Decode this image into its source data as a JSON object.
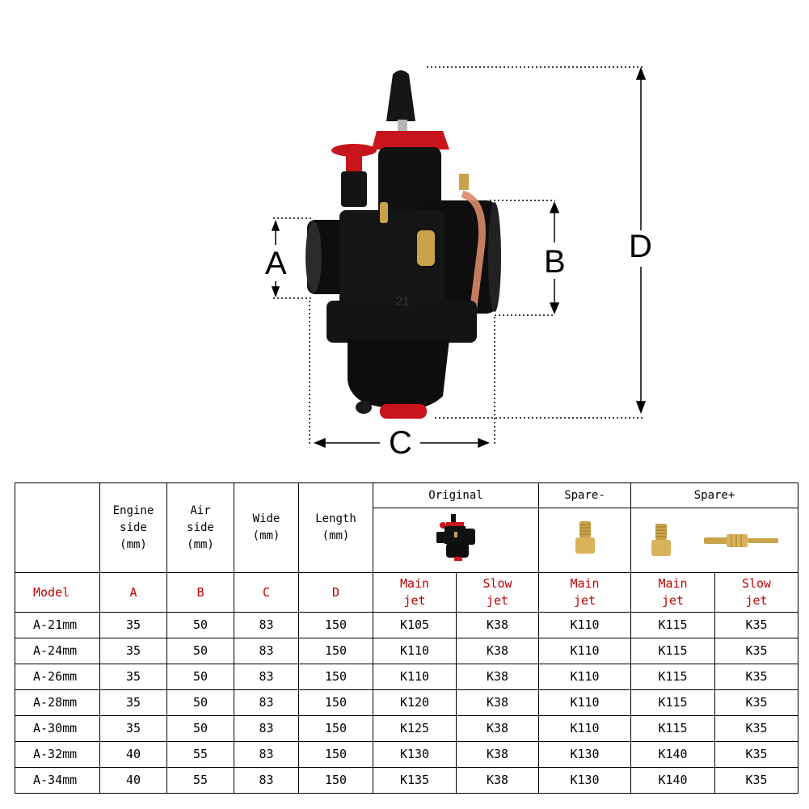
{
  "diagram": {
    "labels": {
      "a": "A",
      "b": "B",
      "c": "C",
      "d": "D"
    }
  },
  "table": {
    "group_headers": {
      "original": "Original",
      "spare_minus": "Spare-",
      "spare_plus": "Spare+"
    },
    "headers": {
      "engine_side": [
        "Engine",
        "side",
        "(mm)"
      ],
      "air_side": [
        "Air",
        "side",
        "(mm)"
      ],
      "wide": [
        "Wide",
        "(mm)"
      ],
      "length": [
        "Length",
        "(mm)"
      ]
    },
    "subheaders": {
      "model": "Model",
      "a": "A",
      "b": "B",
      "c": "C",
      "d": "D",
      "orig_main": [
        "Main",
        "jet"
      ],
      "orig_slow": [
        "Slow",
        "jet"
      ],
      "sm_main": [
        "Main",
        "jet"
      ],
      "sp_main": [
        "Main",
        "jet"
      ],
      "sp_slow": [
        "Slow",
        "jet"
      ]
    },
    "rows": [
      [
        "A-21mm",
        "35",
        "50",
        "83",
        "150",
        "K105",
        "K38",
        "K110",
        "K115",
        "K35"
      ],
      [
        "A-24mm",
        "35",
        "50",
        "83",
        "150",
        "K110",
        "K38",
        "K110",
        "K115",
        "K35"
      ],
      [
        "A-26mm",
        "35",
        "50",
        "83",
        "150",
        "K110",
        "K38",
        "K110",
        "K115",
        "K35"
      ],
      [
        "A-28mm",
        "35",
        "50",
        "83",
        "150",
        "K120",
        "K38",
        "K110",
        "K115",
        "K35"
      ],
      [
        "A-30mm",
        "35",
        "50",
        "83",
        "150",
        "K125",
        "K38",
        "K110",
        "K115",
        "K35"
      ],
      [
        "A-32mm",
        "40",
        "55",
        "83",
        "150",
        "K130",
        "K38",
        "K130",
        "K140",
        "K35"
      ],
      [
        "A-34mm",
        "40",
        "55",
        "83",
        "150",
        "K135",
        "K38",
        "K130",
        "K140",
        "K35"
      ]
    ]
  },
  "colors": {
    "accent_red": "#c00000",
    "carb_body": "#111111",
    "carb_red": "#c8141c",
    "brass": "#c9a24a"
  }
}
